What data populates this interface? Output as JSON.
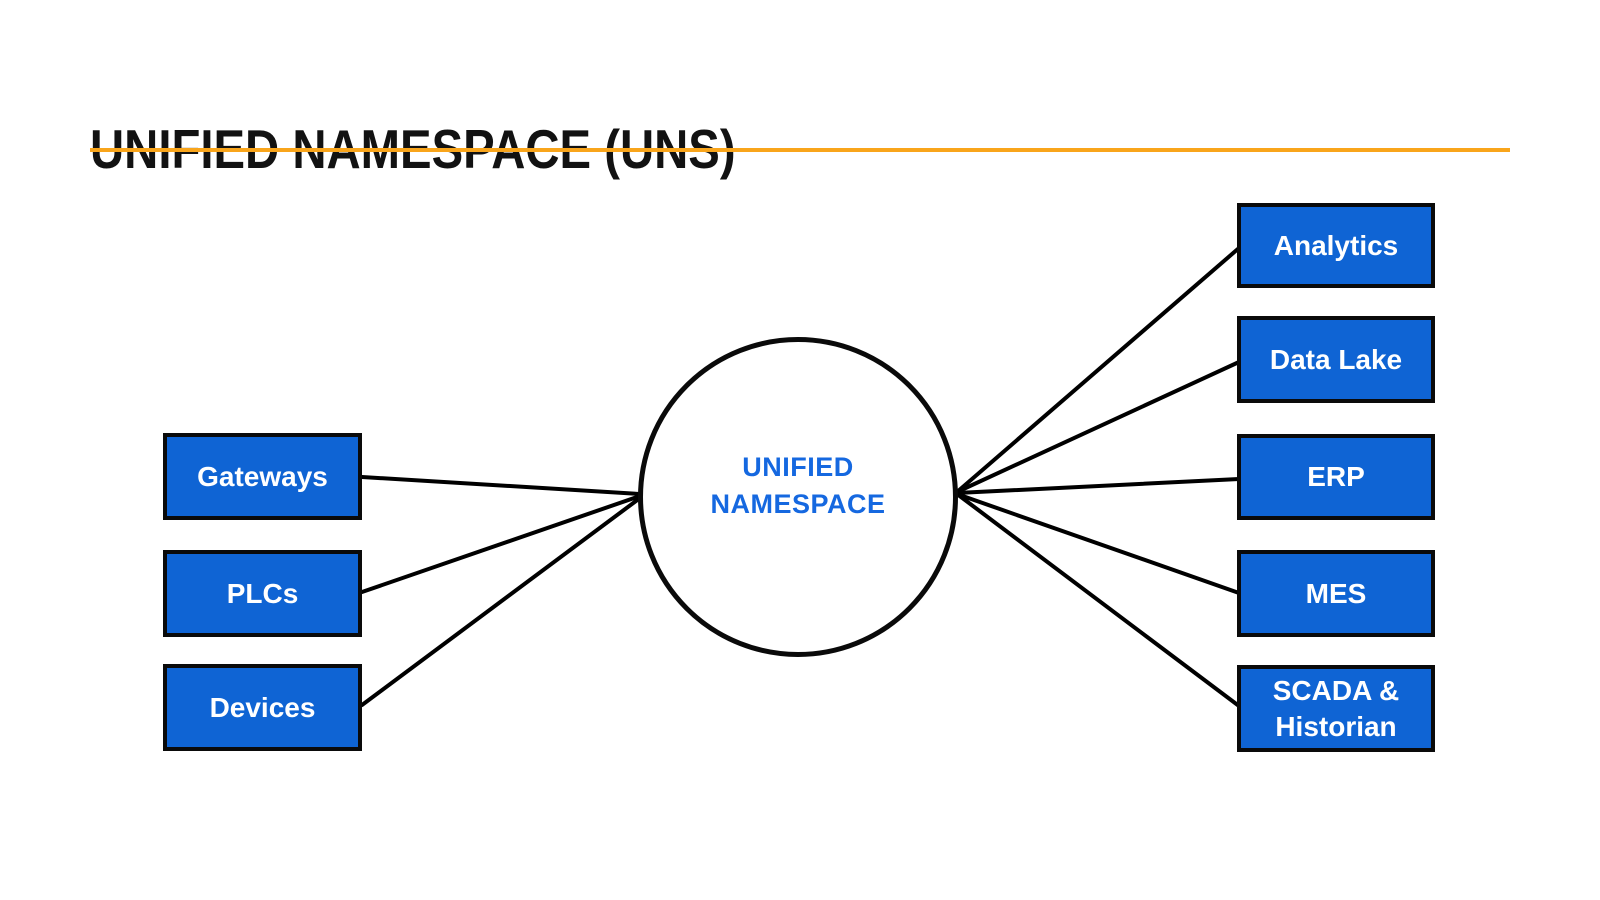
{
  "title": {
    "text": "UNIFIED NAMESPACE (UNS)"
  },
  "diagram": {
    "center_node": {
      "label": "UNIFIED\nNAMESPACE"
    },
    "sources": [
      {
        "label": "Gateways"
      },
      {
        "label": "PLCs"
      },
      {
        "label": "Devices"
      }
    ],
    "targets": [
      {
        "label": "Analytics"
      },
      {
        "label": "Data Lake"
      },
      {
        "label": "ERP"
      },
      {
        "label": "MES"
      },
      {
        "label": "SCADA & Historian"
      }
    ]
  },
  "colors": {
    "background": "#FFFFFF",
    "title_text": "#121212",
    "accent_underline": "#F9A51B",
    "box_fill": "#0F64D4",
    "box_border": "#0A0A0A",
    "box_text": "#FFFFFF",
    "circle_fill": "#FFFFFF",
    "circle_border": "#0A0A0A",
    "center_text": "#1568E0",
    "connector": "#000000"
  }
}
